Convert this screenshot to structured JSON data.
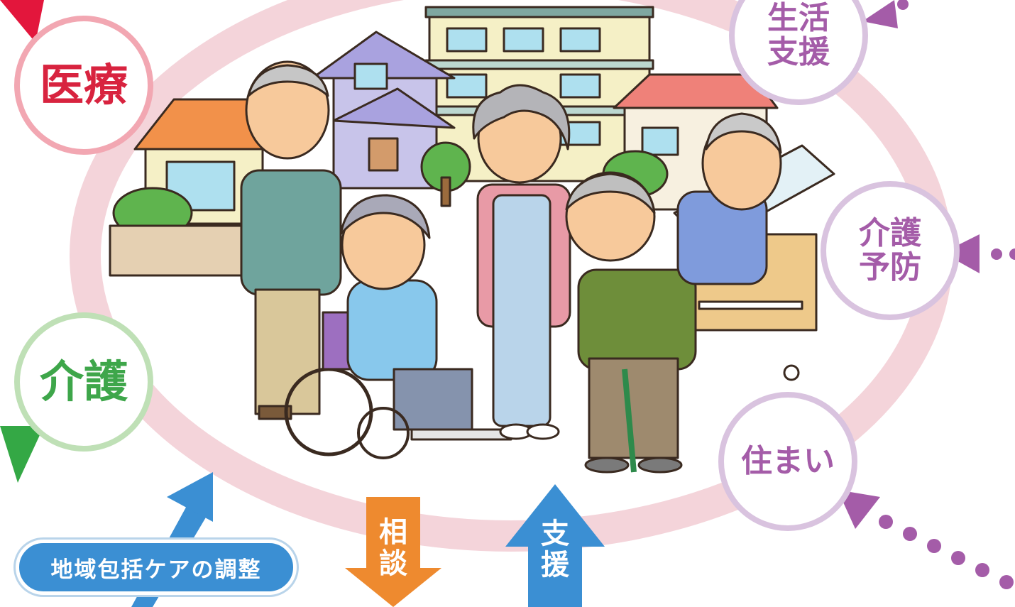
{
  "nodes": {
    "medical": "医療",
    "care": "介護",
    "life_support": "生活\n支援",
    "prevention": "介護\n予防",
    "housing": "住まい"
  },
  "badge": "地域包括ケアの調整",
  "arrows": {
    "consult": "相\n談",
    "support": "支\n援"
  },
  "colors": {
    "ring": "#f0c7cf",
    "medical": "#d8233f",
    "care": "#3ea64a",
    "purple": "#a45ca8",
    "blue": "#3b8fd3",
    "orange": "#ee8a2f"
  }
}
